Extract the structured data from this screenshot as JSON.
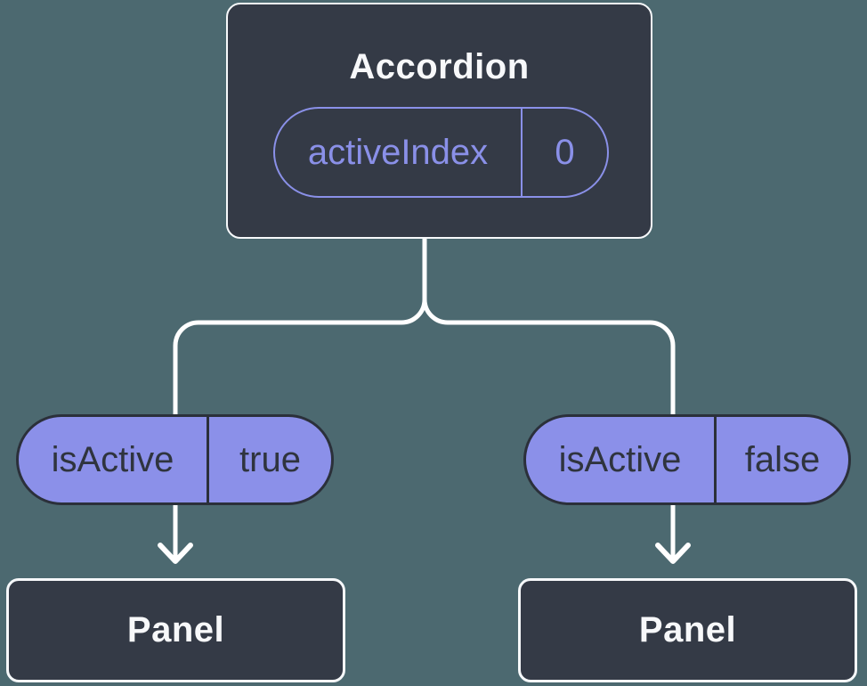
{
  "diagram": {
    "type": "component-tree",
    "root": {
      "title": "Accordion",
      "prop": {
        "name": "activeIndex",
        "value": "0"
      }
    },
    "branches": [
      {
        "state": {
          "name": "isActive",
          "value": "true"
        },
        "child": {
          "title": "Panel"
        }
      },
      {
        "state": {
          "name": "isActive",
          "value": "false"
        },
        "child": {
          "title": "Panel"
        }
      }
    ],
    "colors": {
      "background": "#4C6970",
      "node_fill": "#343A46",
      "node_border": "#F6F8FA",
      "node_text": "#F7F8FA",
      "prop_pill_outline": "#8A90E8",
      "prop_pill_text": "#8A90E8",
      "state_pill_fill": "#8B90E9",
      "state_pill_border": "#2B303A",
      "state_pill_text": "#2F343E",
      "connector": "#FFFFFF"
    }
  }
}
